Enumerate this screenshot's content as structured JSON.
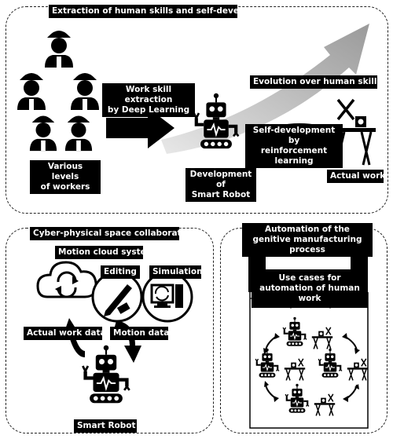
{
  "top": {
    "title": "Extraction of human skills and self-development",
    "workers_label": [
      "Various levels",
      "of workers"
    ],
    "extraction_label": [
      "Work skill extraction",
      "by Deep Learning"
    ],
    "evolution_label": "Evolution over human skills",
    "self_dev_label": [
      "Self-development by",
      "reinforcement learning"
    ],
    "robot_label": [
      "Development of",
      "Smart Robot"
    ],
    "actual_work_label": "Actual work"
  },
  "left": {
    "title": "Cyber-physical space collaboration",
    "motion_cloud_label": "Motion cloud system",
    "editing_label": "Editing",
    "simulation_label": "Simulation",
    "actual_work_data_label": "Actual work data",
    "motion_data_label": "Motion data",
    "smart_robot_label": "Smart Robot"
  },
  "right": {
    "title": [
      "Automation of the",
      "genitive manufacturing process"
    ],
    "use_cases_label": [
      "Use cases for",
      "automation of human work"
    ]
  }
}
